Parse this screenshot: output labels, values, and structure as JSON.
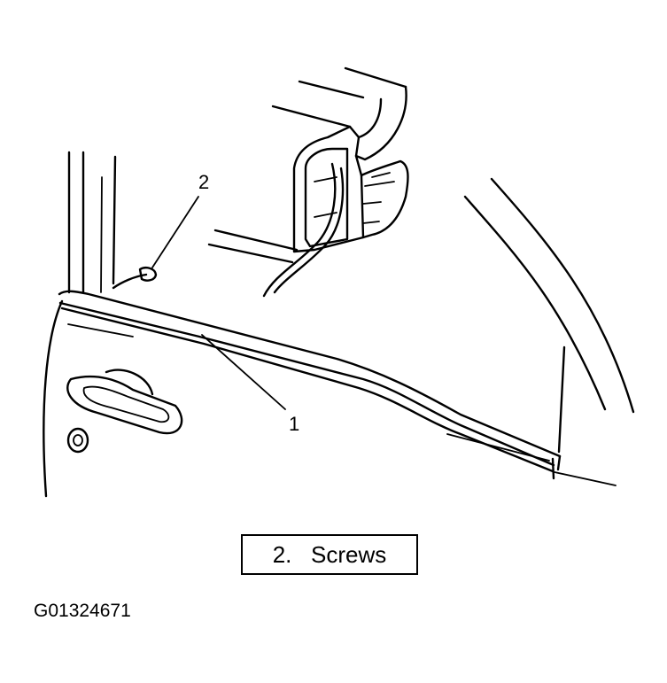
{
  "callouts": [
    {
      "number": "1",
      "target": "door-molding"
    },
    {
      "number": "2",
      "target": "screw"
    }
  ],
  "legend": {
    "number": "2.",
    "label": "Screws"
  },
  "figure_id": "G01324671"
}
